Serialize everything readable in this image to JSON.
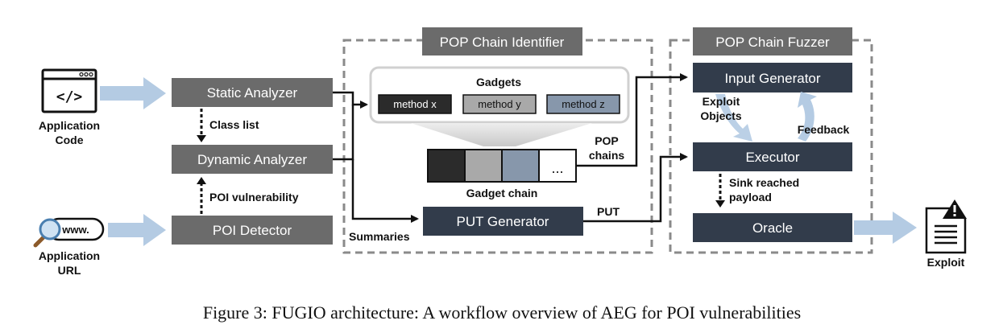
{
  "nodes": {
    "static_analyzer": "Static Analyzer",
    "dynamic_analyzer": "Dynamic Analyzer",
    "poi_detector": "POI Detector",
    "put_generator": "PUT Generator",
    "input_generator": "Input Generator",
    "executor": "Executor",
    "oracle": "Oracle"
  },
  "groups": {
    "identifier": "POP Chain Identifier",
    "fuzzer": "POP Chain Fuzzer"
  },
  "inputs": {
    "app_code": [
      "Application",
      "Code"
    ],
    "app_url": [
      "Application",
      "URL"
    ],
    "url_text": "www.",
    "code_glyph": "</>"
  },
  "output": {
    "exploit": "Exploit"
  },
  "gadgets": {
    "title": "Gadgets",
    "items": [
      "method x",
      "method y",
      "method z"
    ],
    "chain_label": "Gadget chain",
    "chain_ellipsis": "..."
  },
  "edges": {
    "class_list": "Class list",
    "poi_vulnerability": "POI vulnerability",
    "summaries": "Summaries",
    "pop_chains": [
      "POP",
      "chains"
    ],
    "put": "PUT",
    "exploit_objects": [
      "Exploit",
      "Objects"
    ],
    "feedback": "Feedback",
    "sink_reached": [
      "Sink reached",
      "payload"
    ]
  },
  "caption": "Figure 3: FUGIO architecture: A workflow overview of AEG for POI vulnerabilities",
  "colors": {
    "gray_box": "#6b6b6b",
    "navy_box": "#323c4b",
    "light_arrow": "#b4cbe3",
    "gadget_dark": "#2b2b2b",
    "gadget_mid": "#a9a9a9",
    "gadget_blue": "#8797ab"
  }
}
